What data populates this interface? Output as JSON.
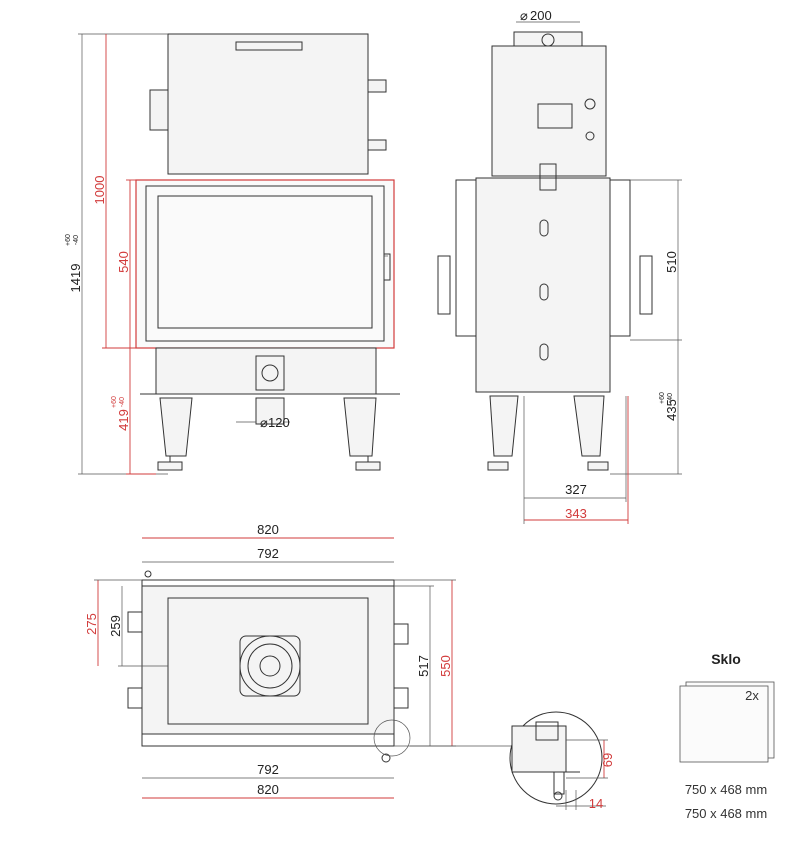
{
  "front_view": {
    "dims": {
      "total_height": "1419",
      "total_height_tol_up": "+60",
      "total_height_tol_down": "-40",
      "upper_height": "1000",
      "door_height": "540",
      "base_height": "419",
      "base_tol_up": "+60",
      "base_tol_down": "-40",
      "air_inlet_diameter": "120"
    }
  },
  "side_view": {
    "dims": {
      "flue_diameter": "200",
      "door_height": "510",
      "base_height": "435",
      "base_tol_up": "+60",
      "base_tol_down": "-40",
      "inner_width": "327",
      "outer_width": "343"
    }
  },
  "top_view": {
    "dims": {
      "outer_width_top": "820",
      "inner_width_top": "792",
      "inner_width_bottom": "792",
      "outer_width_bottom": "820",
      "outer_depth_left": "275",
      "inner_depth_left": "259",
      "inner_depth": "517",
      "outer_depth": "550"
    }
  },
  "detail": {
    "dims": {
      "offset_vertical": "69",
      "offset_horizontal": "14"
    }
  },
  "glass": {
    "title": "Sklo",
    "count": "2x",
    "size_1": "750 x 468 mm",
    "size_2": "750 x 468 mm"
  },
  "colors": {
    "lines": "#333333",
    "dimension_red": "#d23b3b"
  }
}
